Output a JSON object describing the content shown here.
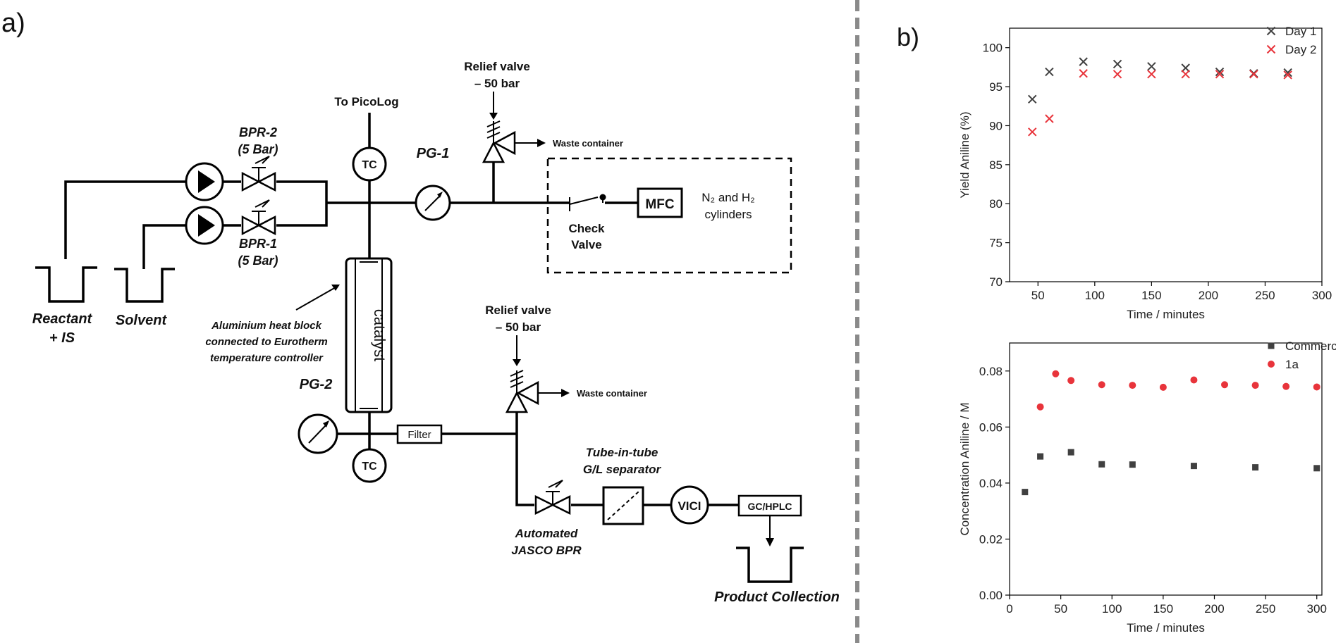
{
  "panel_a": {
    "panel_label": "a)",
    "labels": {
      "to_picolog": "To PicoLog",
      "relief_valve_top": "Relief valve",
      "relief_valve_top_sub": "– 50 bar",
      "waste_top": "Waste container",
      "bpr2": "BPR-2",
      "bpr2_sub": "(5 Bar)",
      "bpr1": "BPR-1",
      "bpr1_sub": "(5 Bar)",
      "tc_top": "TC",
      "pg1": "PG-1",
      "check_valve": "Check",
      "check_valve_sub": "Valve",
      "mfc": "MFC",
      "gas": "N₂ and H₂",
      "gas_sub": "cylinders",
      "reactant": "Reactant",
      "reactant_sub": "+ IS",
      "solvent": "Solvent",
      "heat_block_1": "Aluminium heat block",
      "heat_block_2": "connected to Eurotherm",
      "heat_block_3": "temperature controller",
      "catalyst": "catalyst",
      "relief_valve_bottom": "Relief valve",
      "relief_valve_bottom_sub": "– 50 bar",
      "waste_bottom": "Waste container",
      "pg2": "PG-2",
      "filter": "Filter",
      "tc_bottom": "TC",
      "tube_in_tube_1": "Tube-in-tube",
      "tube_in_tube_2": "G/L separator",
      "vici": "VICI",
      "gc_hplc": "GC/HPLC",
      "auto_bpr_1": "Automated",
      "auto_bpr_2": "JASCO BPR",
      "product": "Product Collection"
    }
  },
  "panel_b": {
    "panel_label": "b)"
  },
  "chart_data": [
    {
      "type": "scatter",
      "xlabel": "Time / minutes",
      "ylabel": "Yield Aniline (%)",
      "xlim": [
        25,
        300
      ],
      "ylim": [
        70,
        102.5
      ],
      "xticks": [
        50,
        100,
        150,
        200,
        250,
        300
      ],
      "yticks": [
        70,
        75,
        80,
        85,
        90,
        95,
        100
      ],
      "legend": "top-right",
      "marker": "x",
      "series": [
        {
          "name": "Day 1",
          "color": "#404040",
          "x": [
            45,
            60,
            90,
            120,
            150,
            180,
            210,
            240,
            270
          ],
          "y": [
            93.4,
            96.9,
            98.2,
            97.9,
            97.6,
            97.4,
            96.9,
            96.7,
            96.8
          ]
        },
        {
          "name": "Day 2",
          "color": "#e8343b",
          "x": [
            45,
            60,
            90,
            120,
            150,
            180,
            210,
            240,
            270
          ],
          "y": [
            89.2,
            90.9,
            96.7,
            96.6,
            96.6,
            96.6,
            96.6,
            96.6,
            96.5
          ]
        }
      ]
    },
    {
      "type": "scatter",
      "xlabel": "Time / minutes",
      "ylabel": "Concentration Aniline / M",
      "xlim": [
        0,
        305
      ],
      "ylim": [
        0,
        0.09
      ],
      "xticks": [
        0,
        50,
        100,
        150,
        200,
        250,
        300
      ],
      "yticks": [
        0.0,
        0.02,
        0.04,
        0.06,
        0.08
      ],
      "ytick_labels": [
        "0.00",
        "0.02",
        "0.04",
        "0.06",
        "0.08"
      ],
      "legend": "top-right",
      "series": [
        {
          "name": "Commercial",
          "marker": "square",
          "color": "#404040",
          "x": [
            15,
            30,
            60,
            90,
            120,
            180,
            240,
            300
          ],
          "y": [
            0.0368,
            0.0495,
            0.051,
            0.0467,
            0.0466,
            0.0461,
            0.0456,
            0.0453
          ]
        },
        {
          "name": "1a",
          "marker": "circle",
          "color": "#e8343b",
          "x": [
            30,
            45,
            60,
            90,
            120,
            150,
            180,
            210,
            240,
            270,
            300
          ],
          "y": [
            0.0672,
            0.079,
            0.0766,
            0.0751,
            0.0749,
            0.0742,
            0.0768,
            0.0751,
            0.0749,
            0.0745,
            0.0743
          ]
        }
      ]
    }
  ]
}
